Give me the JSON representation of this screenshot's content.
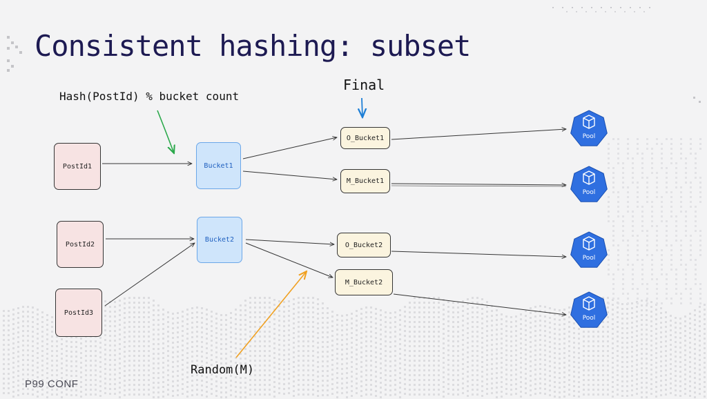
{
  "slide": {
    "title": "Consistent hashing: subset",
    "footer": "P99 CONF"
  },
  "annotations": {
    "hash_formula": "Hash(PostId) % bucket count",
    "final": "Final",
    "random": "Random(M)"
  },
  "posts": [
    "PostId1",
    "PostId2",
    "PostId3"
  ],
  "buckets": [
    "Bucket1",
    "Bucket2"
  ],
  "sub_buckets": [
    "O_Bucket1",
    "M_Bucket1",
    "O_Bucket2",
    "M_Bucket2"
  ],
  "pools": [
    "Pool",
    "Pool",
    "Pool",
    "Pool"
  ],
  "colors": {
    "title": "#1d1a52",
    "bucket_fill": "#cfe5fb",
    "bucket_text": "#1e5fbf",
    "post_fill": "#f7e3e3",
    "sub_fill": "#fbf4df",
    "pool_fill": "#2f6fe0",
    "arrow_green": "#2aa84a",
    "arrow_blue": "#1e7fd6",
    "arrow_orange": "#f0a020"
  },
  "icons": {
    "pool": "kubernetes-heptagon-cube-icon"
  }
}
